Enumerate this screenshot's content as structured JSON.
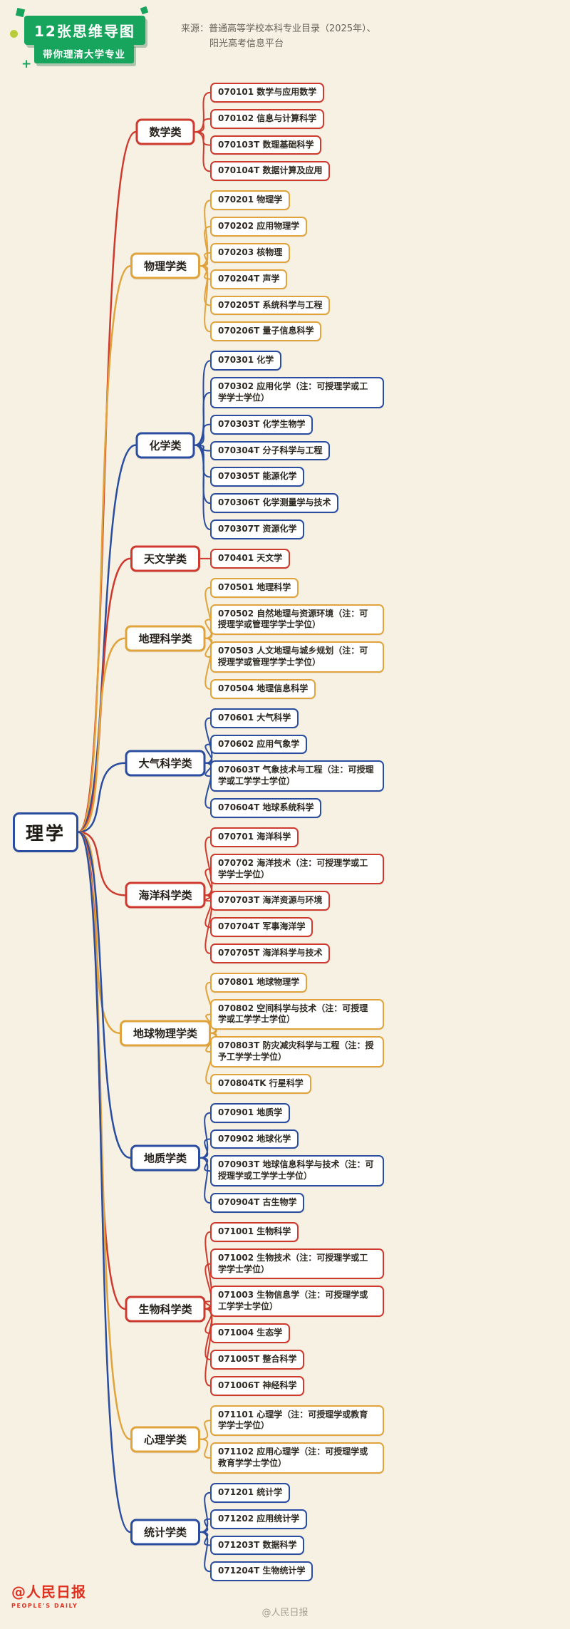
{
  "header": {
    "badge_line1": "12张思维导图",
    "badge_line2": "带你理清大学专业",
    "source_line1": "来源：普通高等学校本科专业目录（2025年）、",
    "source_line2": "阳光高考信息平台"
  },
  "root": {
    "label": "理学"
  },
  "palette": {
    "red": "#cf3a2e",
    "yellow": "#e1a33c",
    "blue": "#2b4da0",
    "green": "#17a45c",
    "background": "#f6f1e3"
  },
  "groups": [
    {
      "label": "数学类",
      "color": "red",
      "items": [
        {
          "text": "070101 数学与应用数学"
        },
        {
          "text": "070102 信息与计算科学"
        },
        {
          "text": "070103T 数理基础科学"
        },
        {
          "text": "070104T 数据计算及应用"
        }
      ]
    },
    {
      "label": "物理学类",
      "color": "yellow",
      "items": [
        {
          "text": "070201 物理学"
        },
        {
          "text": "070202 应用物理学"
        },
        {
          "text": "070203 核物理"
        },
        {
          "text": "070204T 声学"
        },
        {
          "text": "070205T 系统科学与工程"
        },
        {
          "text": "070206T 量子信息科学"
        }
      ]
    },
    {
      "label": "化学类",
      "color": "blue",
      "items": [
        {
          "text": "070301 化学"
        },
        {
          "text": "070302 应用化学（注：可授理学或工学学士学位）"
        },
        {
          "text": "070303T 化学生物学"
        },
        {
          "text": "070304T 分子科学与工程"
        },
        {
          "text": "070305T 能源化学"
        },
        {
          "text": "070306T 化学测量学与技术"
        },
        {
          "text": "070307T 资源化学"
        }
      ]
    },
    {
      "label": "天文学类",
      "color": "red",
      "items": [
        {
          "text": "070401 天文学"
        }
      ]
    },
    {
      "label": "地理科学类",
      "color": "yellow",
      "items": [
        {
          "text": "070501 地理科学"
        },
        {
          "text": "070502 自然地理与资源环境（注：可授理学或管理学学士学位）"
        },
        {
          "text": "070503 人文地理与城乡规划（注：可授理学或管理学学士学位）"
        },
        {
          "text": "070504 地理信息科学"
        }
      ]
    },
    {
      "label": "大气科学类",
      "color": "blue",
      "items": [
        {
          "text": "070601 大气科学"
        },
        {
          "text": "070602 应用气象学"
        },
        {
          "text": "070603T 气象技术与工程（注：可授理学或工学学士学位）"
        },
        {
          "text": "070604T 地球系统科学"
        }
      ]
    },
    {
      "label": "海洋科学类",
      "color": "red",
      "items": [
        {
          "text": "070701 海洋科学"
        },
        {
          "text": "070702 海洋技术（注：可授理学或工学学士学位）"
        },
        {
          "text": "070703T 海洋资源与环境"
        },
        {
          "text": "070704T 军事海洋学"
        },
        {
          "text": "070705T 海洋科学与技术"
        }
      ]
    },
    {
      "label": "地球物理学类",
      "color": "yellow",
      "items": [
        {
          "text": "070801 地球物理学"
        },
        {
          "text": "070802 空间科学与技术（注：可授理学或工学学士学位）"
        },
        {
          "text": "070803T 防灾减灾科学与工程（注：授予工学学士学位）"
        },
        {
          "text": "070804TK 行星科学"
        }
      ]
    },
    {
      "label": "地质学类",
      "color": "blue",
      "items": [
        {
          "text": "070901 地质学"
        },
        {
          "text": "070902 地球化学"
        },
        {
          "text": "070903T 地球信息科学与技术（注：可授理学或工学学士学位）"
        },
        {
          "text": "070904T 古生物学"
        }
      ]
    },
    {
      "label": "生物科学类",
      "color": "red",
      "items": [
        {
          "text": "071001 生物科学"
        },
        {
          "text": "071002 生物技术（注：可授理学或工学学士学位）"
        },
        {
          "text": "071003 生物信息学（注：可授理学或工学学士学位）"
        },
        {
          "text": "071004 生态学"
        },
        {
          "text": "071005T 整合科学"
        },
        {
          "text": "071006T 神经科学"
        }
      ]
    },
    {
      "label": "心理学类",
      "color": "yellow",
      "items": [
        {
          "text": "071101 心理学（注：可授理学或教育学学士学位）"
        },
        {
          "text": "071102 应用心理学（注：可授理学或教育学学士学位）"
        }
      ]
    },
    {
      "label": "统计学类",
      "color": "blue",
      "items": [
        {
          "text": "071201 统计学"
        },
        {
          "text": "071202 应用统计学"
        },
        {
          "text": "071203T 数据科学"
        },
        {
          "text": "071204T 生物统计学"
        }
      ]
    }
  ],
  "footer": {
    "logo_text": "@人民日报",
    "logo_sub": "PEOPLE'S DAILY",
    "watermark": "@人民日报"
  }
}
